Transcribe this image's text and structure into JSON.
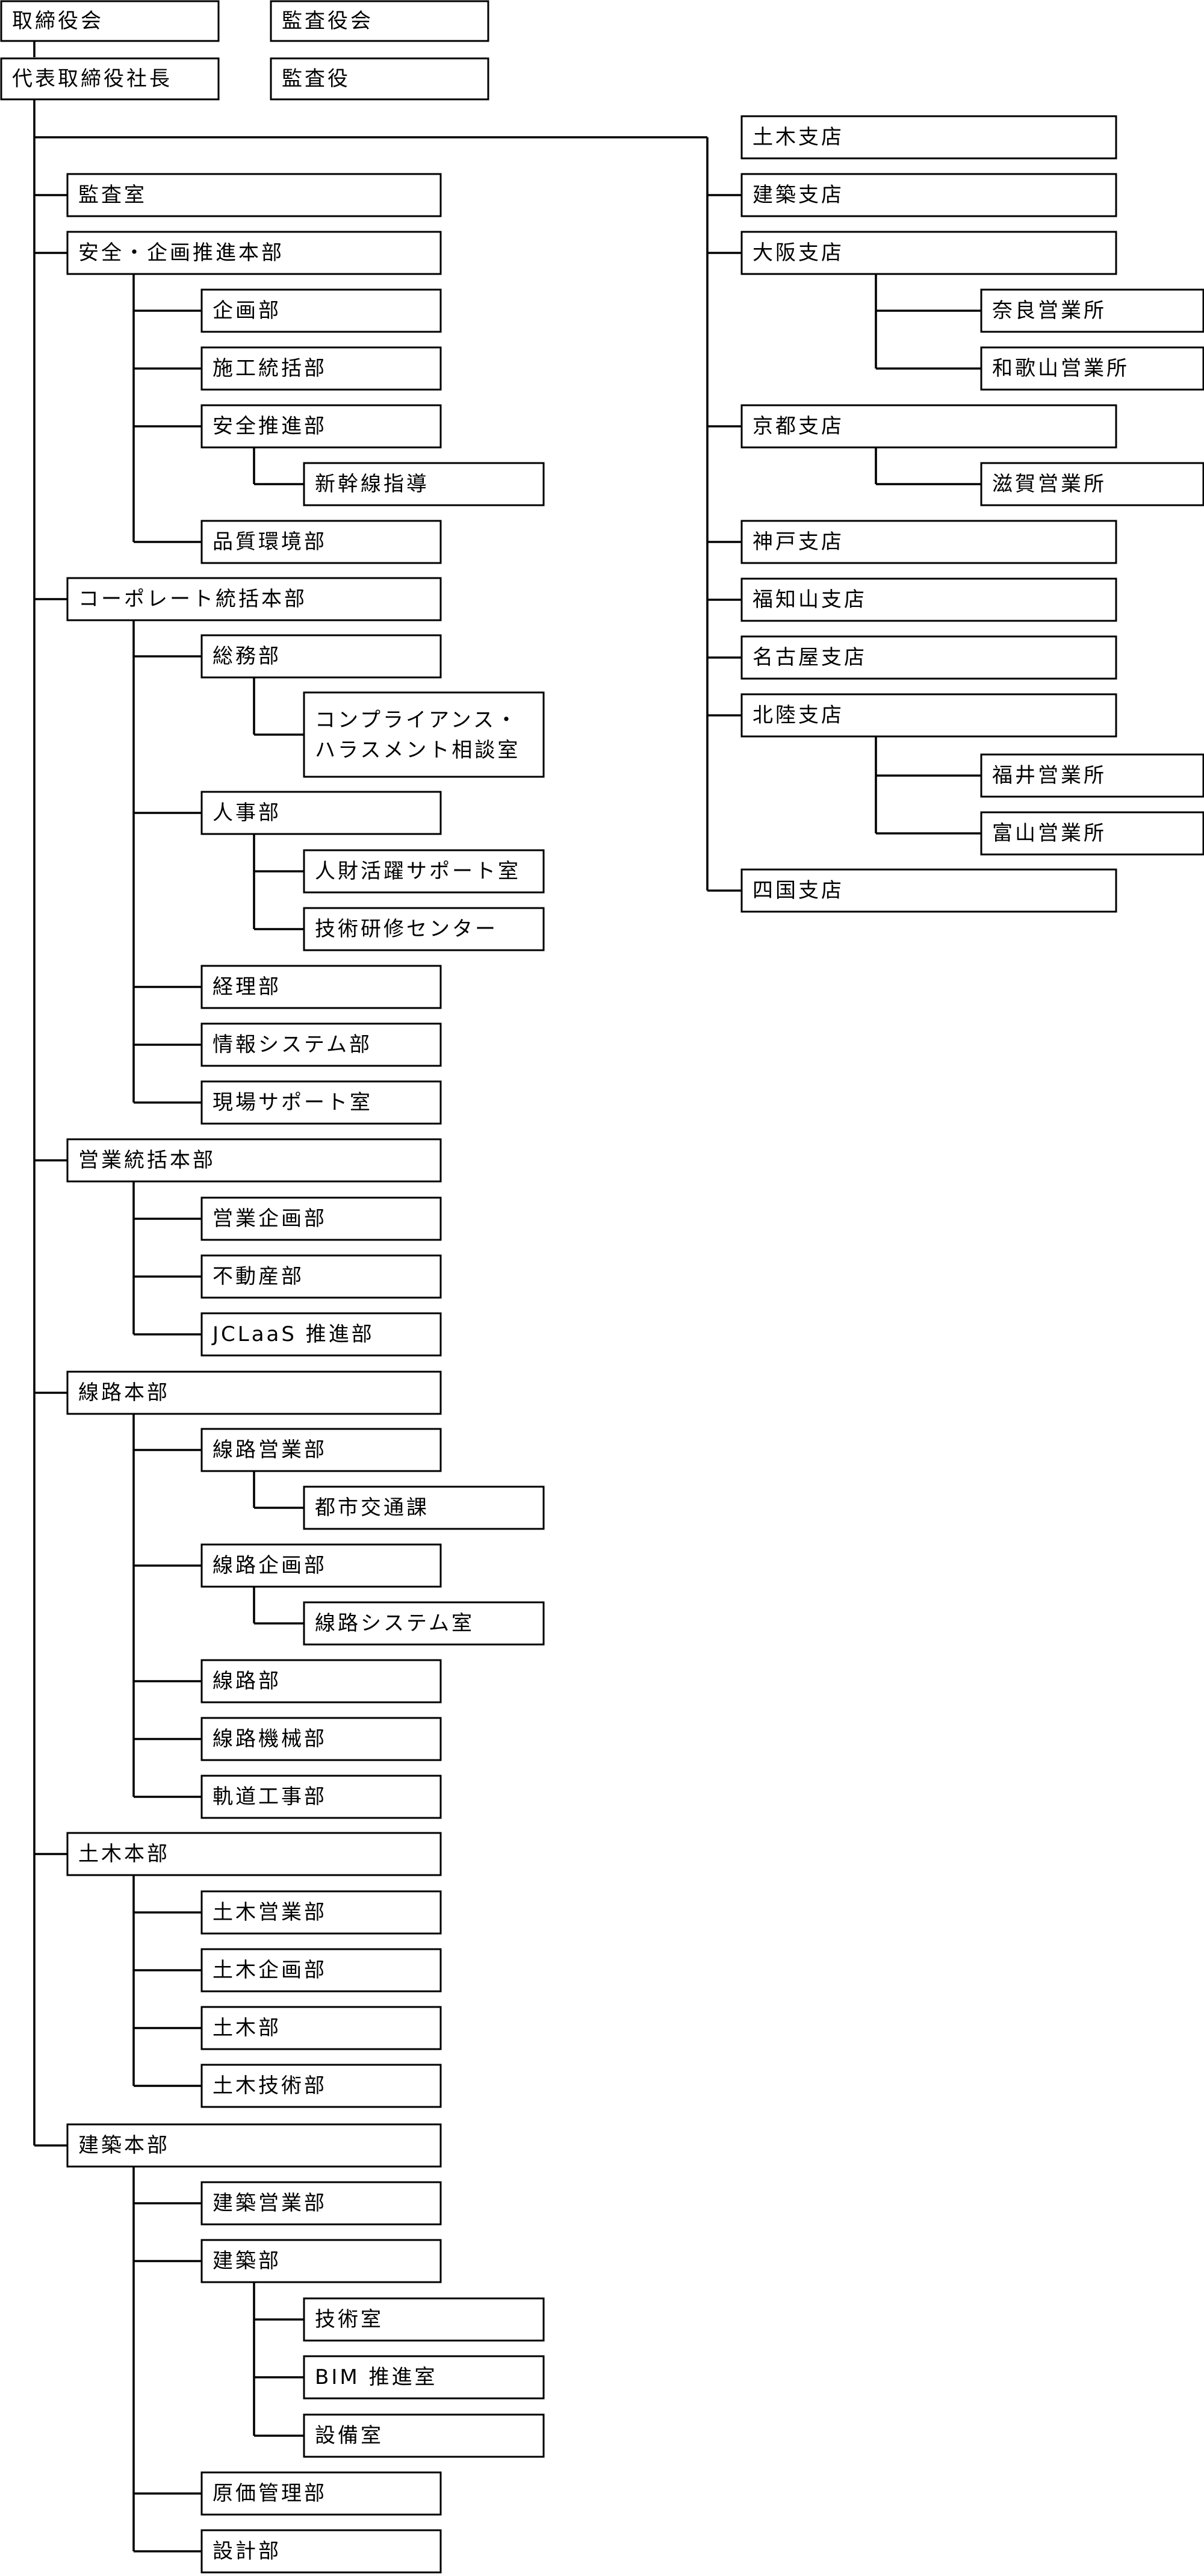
{
  "boxes": {
    "board_of_directors": "取締役会",
    "audit_board": "監査役会",
    "president": "代表取締役社長",
    "auditor": "監査役",
    "audit_office": "監査室",
    "safety_planning_hq": "安全・企画推進本部",
    "planning_dept": "企画部",
    "construction_control_dept": "施工統括部",
    "safety_promotion_dept": "安全推進部",
    "shinkansen_guidance": "新幹線指導",
    "quality_env_dept": "品質環境部",
    "corporate_hq": "コーポレート統括本部",
    "general_affairs_dept": "総務部",
    "compliance_office_line1": "コンプライアンス・",
    "compliance_office_line2": "ハラスメント相談室",
    "hr_dept": "人事部",
    "talent_support_office": "人財活躍サポート室",
    "training_center": "技術研修センター",
    "accounting_dept": "経理部",
    "info_systems_dept": "情報システム部",
    "site_support_office": "現場サポート室",
    "sales_hq": "営業統括本部",
    "sales_planning_dept": "営業企画部",
    "real_estate_dept": "不動産部",
    "jclaas_dept": "JCLaaS 推進部",
    "track_hq": "線路本部",
    "track_sales_dept": "線路営業部",
    "urban_transport_section": "都市交通課",
    "track_planning_dept": "線路企画部",
    "track_system_office": "線路システム室",
    "track_dept": "線路部",
    "track_machinery_dept": "線路機械部",
    "track_construction_dept": "軌道工事部",
    "civil_hq": "土木本部",
    "civil_sales_dept": "土木営業部",
    "civil_planning_dept": "土木企画部",
    "civil_dept": "土木部",
    "civil_tech_dept": "土木技術部",
    "building_hq": "建築本部",
    "building_sales_dept": "建築営業部",
    "building_dept": "建築部",
    "tech_office": "技術室",
    "bim_office": "BIM 推進室",
    "facilities_office": "設備室",
    "cost_management_dept": "原価管理部",
    "design_dept": "設計部",
    "civil_branch": "土木支店",
    "building_branch": "建築支店",
    "osaka_branch": "大阪支店",
    "nara_office": "奈良営業所",
    "wakayama_office": "和歌山営業所",
    "kyoto_branch": "京都支店",
    "shiga_office": "滋賀営業所",
    "kobe_branch": "神戸支店",
    "fukuchiyama_branch": "福知山支店",
    "nagoya_branch": "名古屋支店",
    "hokuriku_branch": "北陸支店",
    "fukui_office": "福井営業所",
    "toyama_office": "富山営業所",
    "shikoku_branch": "四国支店"
  }
}
